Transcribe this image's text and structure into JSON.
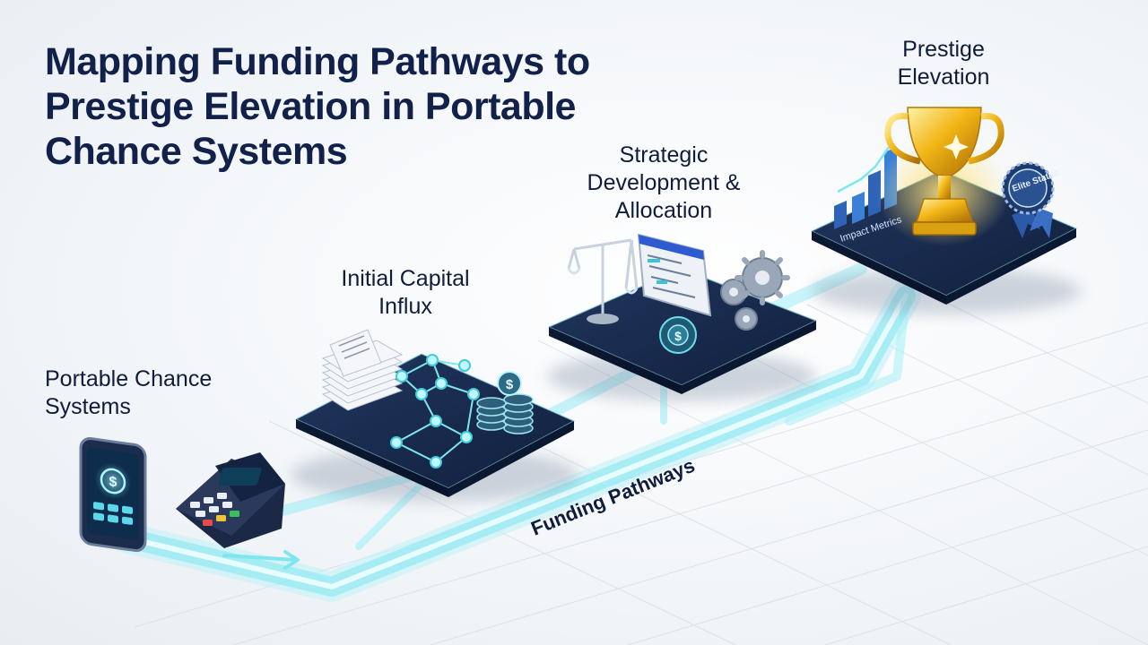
{
  "title": "Mapping Funding Pathways to Prestige Elevation in Portable Chance Systems",
  "stages": {
    "portable": "Portable Chance Systems",
    "capital": "Initial Capital Influx",
    "strategic": "Strategic Development & Allocation",
    "prestige": "Prestige Elevation"
  },
  "path_label": "Funding Pathways",
  "platform_labels": {
    "impact": "Impact Metrics",
    "elite": "Elite Status"
  },
  "icons": [
    "smartphone-icon",
    "card-terminal-icon",
    "receipts-icon",
    "network-icon",
    "coin-stack-icon",
    "scales-icon",
    "chart-window-icon",
    "gears-icon",
    "trophy-icon",
    "bar-chart-icon",
    "badge-icon"
  ],
  "colors": {
    "title": "#12214a",
    "platform": "#16284a",
    "glow": "#7fe6f0",
    "gold": "#f2b516"
  }
}
